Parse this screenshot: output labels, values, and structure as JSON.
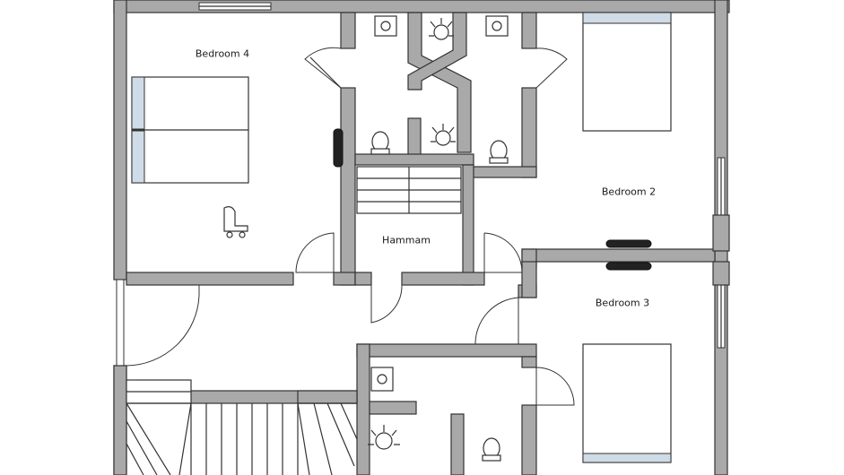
{
  "diagram": {
    "rooms": [
      {
        "id": "bedroom-4",
        "label": "Bedroom 4"
      },
      {
        "id": "bedroom-2",
        "label": "Bedroom 2"
      },
      {
        "id": "bedroom-3",
        "label": "Bedroom 3"
      },
      {
        "id": "hammam",
        "label": "Hammam"
      }
    ],
    "colors": {
      "wall": "#a9a9a9",
      "outline": "#333333",
      "pillow": "#cfdbe6",
      "radiator": "#222222",
      "background": "#ffffff"
    }
  }
}
